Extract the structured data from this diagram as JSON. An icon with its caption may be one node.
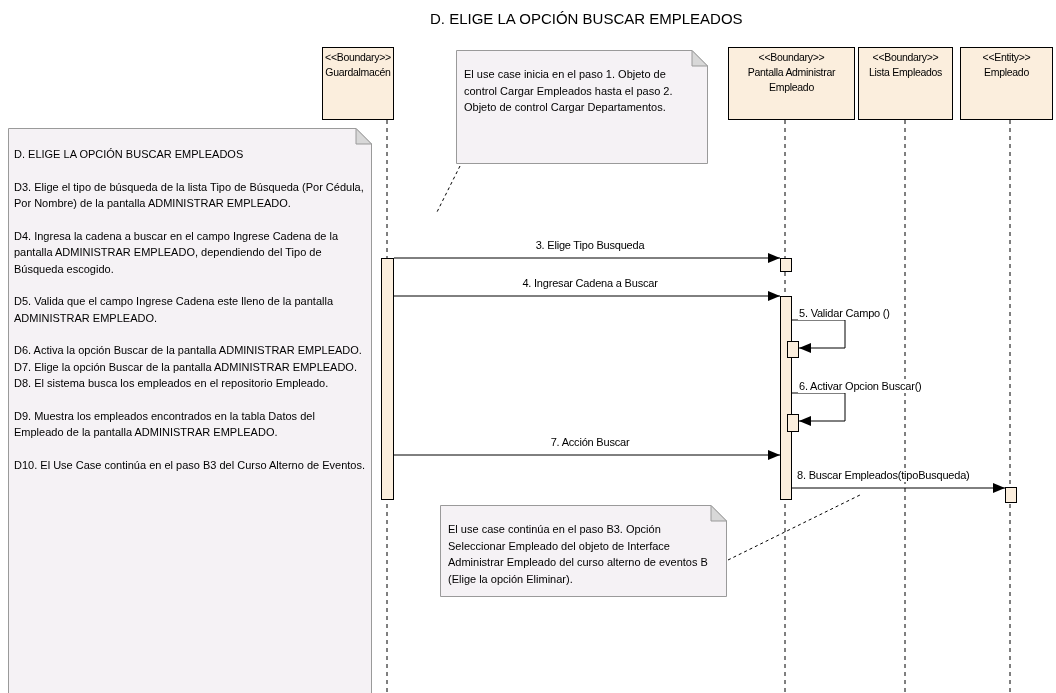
{
  "diagram": {
    "title": "D. ELIGE LA OPCIÓN BUSCAR EMPLEADOS",
    "nodes": [
      {
        "text": [
          "<<Boundary>>",
          "Guardalmacén"
        ]
      },
      {
        "text": [
          "El use case inicia en el paso 1. Objeto de control Cargar Empleados hasta el paso 2. Objeto de control Cargar Departamentos."
        ]
      },
      {
        "text": [
          "<<Boundary>>",
          "Pantalla Administrar Empleado"
        ]
      },
      {
        "text": [
          "<<Boundary>>",
          "Lista Empleados"
        ]
      },
      {
        "text": [
          "<<Entity>>",
          "Empleado"
        ]
      },
      {
        "text": [
          "D. ELIGE LA OPCIÓN BUSCAR EMPLEADOS",
          "D3. Elige el tipo de búsqueda de la lista Tipo de Búsqueda (Por Cédula, Por Nombre) de la pantalla ADMINISTRAR EMPLEADO.",
          "D4. Ingresa la cadena a buscar en el campo Ingrese Cadena de la pantalla ADMINISTRAR EMPLEADO, dependiendo del Tipo de Búsqueda escogido.",
          "D5. Valida que el campo Ingrese Cadena este lleno de la pantalla ADMINISTRAR EMPLEADO.",
          "D6. Activa la opción Buscar de la pantalla ADMINISTRAR EMPLEADO.",
          "D7. Elige la opción Buscar de la pantalla ADMINISTRAR EMPLEADO.",
          "D8. El sistema busca los empleados en el repositorio Empleado.",
          "D9. Muestra los empleados encontrados en la tabla Datos del Empleado de la pantalla ADMINISTRAR EMPLEADO.",
          "D10.  El Use Case continúa en el paso B3 del Curso Alterno de Eventos."
        ]
      },
      {
        "text": [
          "El use case continúa en el paso B3. Opción Seleccionar Empleado del objeto de Interface Administrar Empleado del curso alterno de eventos B (Elige la opción Eliminar)."
        ]
      },
      {
        "text": [],
        "shape": "bar"
      },
      {
        "text": [],
        "shape": "bar"
      },
      {
        "text": [],
        "shape": "bar"
      },
      {
        "text": [],
        "shape": "bar"
      },
      {
        "text": [],
        "shape": "bar"
      },
      {
        "text": [],
        "shape": "bar"
      }
    ],
    "edges": [
      {
        "from": 7,
        "to": 8,
        "arrow": "to",
        "label": "3. Elige Tipo Busqueda"
      },
      {
        "from": 7,
        "to": 9,
        "arrow": "to",
        "label": "4. Ingresar Cadena a Buscar"
      },
      {
        "from": 9,
        "to": 10,
        "arrow": "to",
        "label": "5. Validar Campo ()"
      },
      {
        "from": 9,
        "to": 11,
        "arrow": "to",
        "label": "6. Activar Opcion Buscar()"
      },
      {
        "from": 7,
        "to": 9,
        "arrow": "to",
        "label": "7. Acción Buscar"
      },
      {
        "from": 9,
        "to": 12,
        "arrow": "to",
        "label": "8. Buscar Empleados(tipoBusqueda)"
      },
      {
        "from": 1,
        "to": null,
        "arrow": "none",
        "style": "dashed"
      },
      {
        "from": 6,
        "to": null,
        "arrow": "none",
        "style": "dashed"
      }
    ]
  }
}
